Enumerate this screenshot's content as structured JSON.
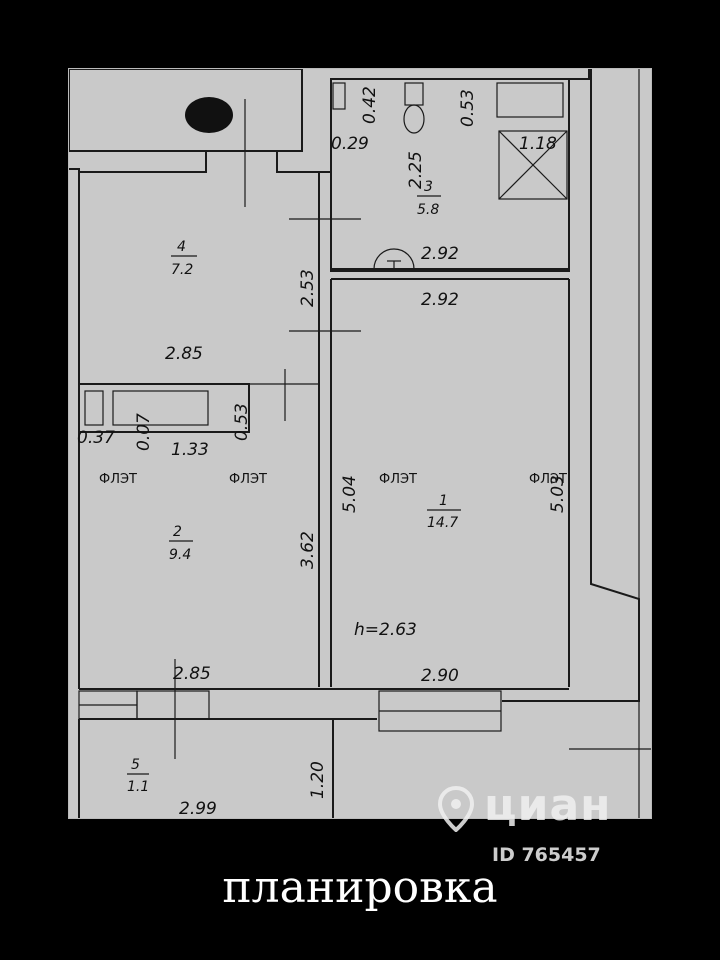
{
  "caption": "планировка",
  "watermark": {
    "logo_text": "циан",
    "id_text": "ID 765457",
    "icon": "location-pin-icon"
  },
  "rooms": [
    {
      "number": "1",
      "area": "14.7"
    },
    {
      "number": "2",
      "area": "9.4"
    },
    {
      "number": "3",
      "area": "5.8"
    },
    {
      "number": "4",
      "area": "7.2"
    },
    {
      "number": "5",
      "area": "1.1"
    }
  ],
  "ceiling_height": "h=2.63",
  "dimensions": {
    "bath_042": "0.42",
    "bath_029": "0.29",
    "bath_053": "0.53",
    "bath_225": "2.25",
    "shower_118": "1.18",
    "bath_width_292": "2.92",
    "room1_width_top": "2.92",
    "room4_height": "2.53",
    "room4_width": "2.85",
    "closet_053": "0.53",
    "closet_037": "0.37",
    "closet_007": "0.07",
    "closet_133": "1.33",
    "room1_left_height": "5.04",
    "room1_right_height": "5.03",
    "room2_height": "3.62",
    "room2_width": "2.85",
    "room1_width_bottom": "2.90",
    "balcony_height": "1.20",
    "balcony_width": "2.99"
  },
  "colors": {
    "background": "#000000",
    "paper": "#c9c9c9",
    "lines": "#1a1a1a",
    "caption": "#ffffff"
  }
}
